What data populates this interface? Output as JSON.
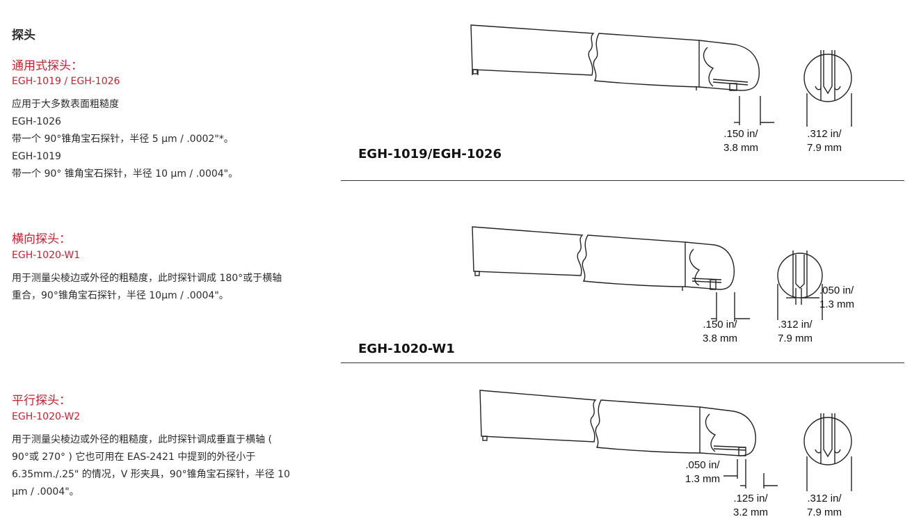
{
  "page": {
    "title": "探头"
  },
  "sections": [
    {
      "title": "通用式探头：",
      "code": "EGH-1019 / EGH-1026",
      "lines": [
        "应用于大多数表面粗糙度",
        "EGH-1026",
        "带一个 90°锥角宝石探针，半径 5 µm / .0002\"*。",
        "EGH-1019",
        "带一个 90° 锥角宝石探针，半径 10 µm / .0004\"。"
      ],
      "model_label": "EGH-1019/EGH-1026",
      "dims": {
        "a": {
          "in": ".150 in/",
          "mm": "3.8 mm"
        },
        "b": {
          "in": ".312 in/",
          "mm": "7.9 mm"
        }
      }
    },
    {
      "title": "横向探头：",
      "code": "EGH-1020-W1",
      "text": "用于测量尖棱边或外径的粗糙度，此时探针调成 180°或于横轴重合，90°锥角宝石探针，半径 10µm / .0004\"。",
      "model_label": "EGH-1020-W1",
      "dims": {
        "a": {
          "in": ".150 in/",
          "mm": "3.8 mm"
        },
        "b": {
          "in": ".312 in/",
          "mm": "7.9 mm"
        },
        "c": {
          "in": ".050 in/",
          "mm": "1.3 mm"
        }
      }
    },
    {
      "title": "平行探头：",
      "code": "EGH-1020-W2",
      "text": "用于测量尖棱边或外径的粗糙度，此时探针调成垂直于横轴 ( 90°或 270° ) 它也可用在 EAS-2421 中提到的外径小于 6.35mm./.25\" 的情况，V 形夹具，90°锥角宝石探针，半径 10 µm / .0004\"。",
      "dims": {
        "a": {
          "in": ".050 in/",
          "mm": "1.3 mm"
        },
        "b": {
          "in": ".125 in/",
          "mm": "3.2 mm"
        },
        "c": {
          "in": ".312 in/",
          "mm": "7.9 mm"
        }
      }
    }
  ]
}
